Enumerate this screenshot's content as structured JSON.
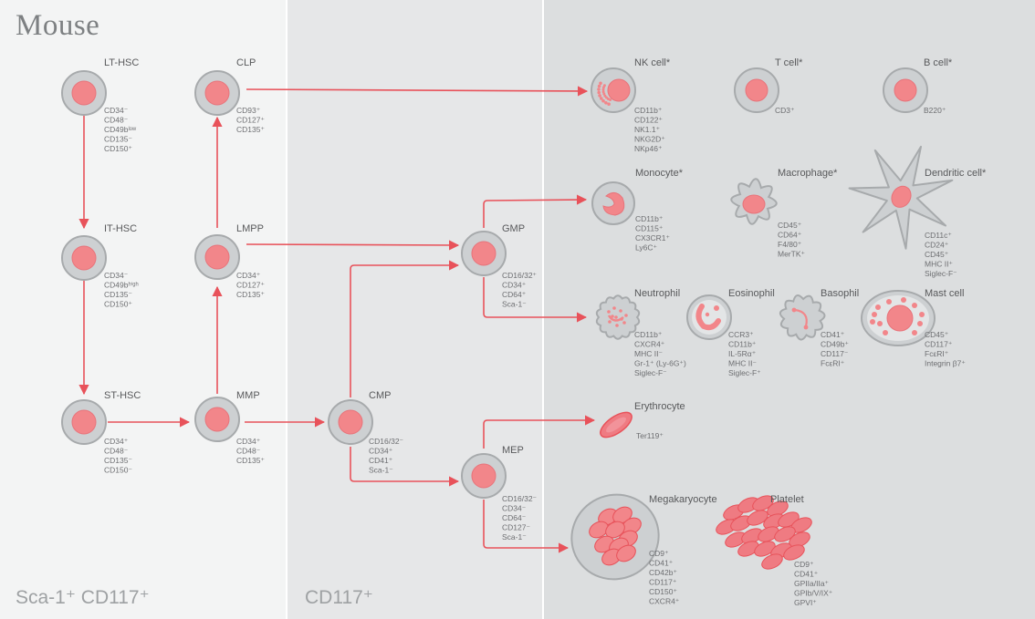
{
  "title": "Mouse",
  "panels": [
    {
      "label": "Sca-1⁺ CD117⁺"
    },
    {
      "label": "CD117⁺"
    }
  ],
  "cells": [
    {
      "id": "lt_hsc",
      "name": "LT-HSC",
      "markers": [
        "CD34⁻",
        "CD48⁻",
        "CD49bˡᵒʷ",
        "CD135⁻",
        "CD150⁺"
      ]
    },
    {
      "id": "it_hsc",
      "name": "IT-HSC",
      "markers": [
        "CD34⁻",
        "CD49bʰⁱᵍʰ",
        "CD135⁻",
        "CD150⁺"
      ]
    },
    {
      "id": "st_hsc",
      "name": "ST-HSC",
      "markers": [
        "CD34⁺",
        "CD48⁻",
        "CD135⁻",
        "CD150⁻"
      ]
    },
    {
      "id": "clp",
      "name": "CLP",
      "markers": [
        "CD93⁺",
        "CD127⁺",
        "CD135⁺"
      ]
    },
    {
      "id": "lmpp",
      "name": "LMPP",
      "markers": [
        "CD34⁺",
        "CD127⁺",
        "CD135⁺"
      ]
    },
    {
      "id": "mmp",
      "name": "MMP",
      "markers": [
        "CD34⁺",
        "CD48⁻",
        "CD135⁺"
      ]
    },
    {
      "id": "cmp",
      "name": "CMP",
      "markers": [
        "CD16/32⁻",
        "CD34⁺",
        "CD41⁺",
        "Sca-1⁻"
      ]
    },
    {
      "id": "gmp",
      "name": "GMP",
      "markers": [
        "CD16/32⁺",
        "CD34⁺",
        "CD64⁺",
        "Sca-1⁻"
      ]
    },
    {
      "id": "mep",
      "name": "MEP",
      "markers": [
        "CD16/32⁻",
        "CD34⁻",
        "CD64⁻",
        "CD127⁻",
        "Sca-1⁻"
      ]
    },
    {
      "id": "nk",
      "name": "NK cell*",
      "markers": [
        "CD11b⁺",
        "CD122⁺",
        "NK1.1⁺",
        "NKG2D⁺",
        "NKp46⁺"
      ]
    },
    {
      "id": "tcell",
      "name": "T cell*",
      "markers": [
        "CD3⁺"
      ]
    },
    {
      "id": "bcell",
      "name": "B cell*",
      "markers": [
        "B220⁺"
      ]
    },
    {
      "id": "mono",
      "name": "Monocyte*",
      "markers": [
        "CD11b⁺",
        "CD115⁺",
        "CX3CR1⁺",
        "Ly6C⁺"
      ]
    },
    {
      "id": "macro",
      "name": "Macrophage*",
      "markers": [
        "CD45⁺",
        "CD64⁺",
        "F4/80⁺",
        "MerTK⁺"
      ]
    },
    {
      "id": "dc",
      "name": "Dendritic cell*",
      "markers": [
        "CD11c⁺",
        "CD24⁺",
        "CD45⁺",
        "MHC II⁺",
        "Siglec-F⁻"
      ]
    },
    {
      "id": "neut",
      "name": "Neutrophil",
      "markers": [
        "CD11b⁺",
        "CXCR4⁺",
        "MHC II⁻",
        "Gr-1⁺ (Ly-6G⁺)",
        "Siglec-F⁻"
      ]
    },
    {
      "id": "eos",
      "name": "Eosinophil",
      "markers": [
        "CCR3⁺",
        "CD11b⁺",
        "IL-5Rα⁺",
        "MHC II⁻",
        "Siglec-F⁺"
      ]
    },
    {
      "id": "baso",
      "name": "Basophil",
      "markers": [
        "CD41⁺",
        "CD49b⁺",
        "CD117⁻",
        "FcεRI⁺"
      ]
    },
    {
      "id": "mast",
      "name": "Mast cell",
      "markers": [
        "CD45⁺",
        "CD117⁺",
        "FcεRI⁺",
        "Integrin β7⁺"
      ]
    },
    {
      "id": "ery",
      "name": "Erythrocyte",
      "markers": [
        "Ter119⁺"
      ]
    },
    {
      "id": "mega",
      "name": "Megakaryocyte",
      "markers": [
        "CD9⁺",
        "CD41⁺",
        "CD42b⁺",
        "CD117⁺",
        "CD150⁺",
        "CXCR4⁺"
      ]
    },
    {
      "id": "plat",
      "name": "Platelet",
      "markers": [
        "CD9⁺",
        "CD41⁺",
        "GPIIa/IIa⁺",
        "GPIb/V/IX⁺",
        "GPVI⁺"
      ]
    }
  ],
  "colors": {
    "arrow": "#e8525a",
    "nucleus": "#f2868a",
    "cell_fill": "#cdd0d2",
    "cell_stroke": "#a7aaac"
  }
}
